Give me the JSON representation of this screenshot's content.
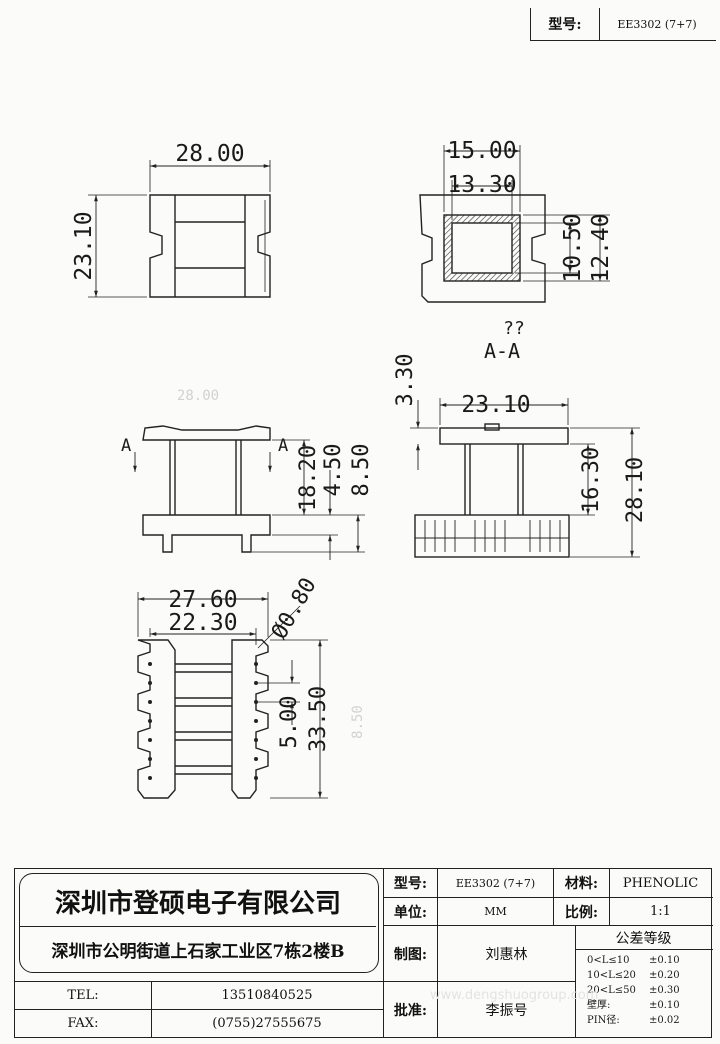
{
  "top_header": {
    "model_label": "型号:",
    "model_value": "EE3302 (7+7)"
  },
  "dimensions": {
    "top_view": {
      "width": "28.00",
      "height": "23.10"
    },
    "section_view": {
      "outer_width": "15.00",
      "inner_width": "13.30",
      "inner_height": "10.50",
      "outer_height": "12.40",
      "note": "??",
      "section_label": "A-A"
    },
    "front_view": {
      "section_mark_left": "A",
      "section_mark_right": "A",
      "winding_height": "18.20",
      "flange_step": "4.50",
      "flange_height": "8.50",
      "ghost_label": "28.00"
    },
    "side_view": {
      "top_offset": "3.30",
      "width": "23.10",
      "winding_height": "16.30",
      "total_height": "28.10"
    },
    "bottom_view": {
      "outer_pin_span": "27.60",
      "inner_pin_span": "22.30",
      "pin_diameter": "Ø0.80",
      "pin_pitch": "5.00",
      "length": "33.50",
      "ghost_label": "8.50"
    }
  },
  "title_block": {
    "company_name": "深圳市登硕电子有限公司",
    "address": "深圳市公明街道上石家工业区7栋2楼B",
    "tel_label": "TEL:",
    "tel_value": "13510840525",
    "fax_label": "FAX:",
    "fax_value": "(0755)27555675",
    "model_label": "型号:",
    "model_value": "EE3302 (7+7)",
    "material_label": "材料:",
    "material_value": "PHENOLIC",
    "unit_label": "单位:",
    "unit_value": "MM",
    "scale_label": "比例:",
    "scale_value": "1:1",
    "drawn_label": "制图:",
    "drawn_value": "刘惠林",
    "approved_label": "批准:",
    "approved_value": "李振号",
    "tolerance_title": "公差等级",
    "tolerance_rows": [
      {
        "range": "0<L≤10",
        "value": "±0.10"
      },
      {
        "range": "10<L≤20",
        "value": "±0.20"
      },
      {
        "range": "20<L≤50",
        "value": "±0.30"
      },
      {
        "range": "壁厚:",
        "value": "±0.10"
      },
      {
        "range": "PIN径:",
        "value": "±0.02"
      }
    ]
  },
  "watermark": "www.dengshuogroup.com"
}
